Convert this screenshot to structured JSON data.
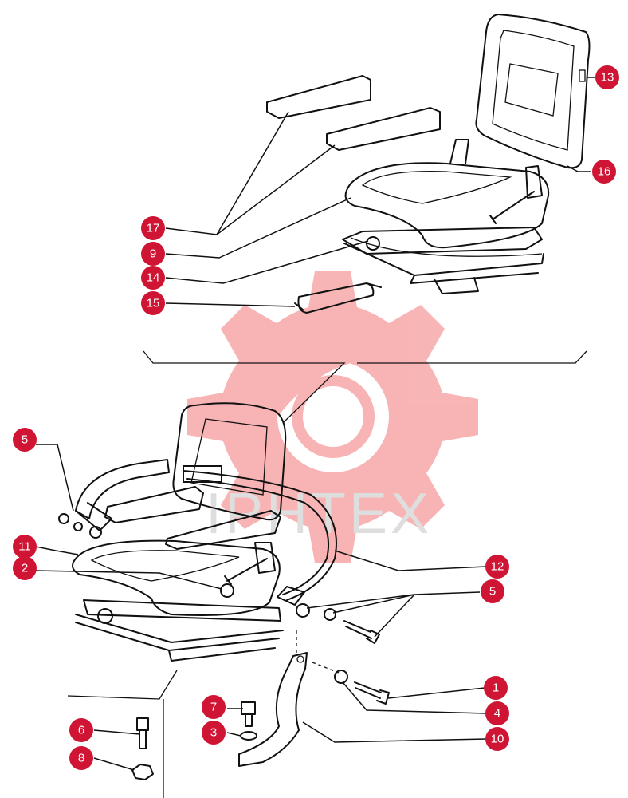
{
  "watermark": {
    "text": "IPHTEX",
    "color": "#f7a8a8"
  },
  "callout_color": "#d01434",
  "callouts": [
    {
      "id": "c13",
      "label": "13"
    },
    {
      "id": "c16",
      "label": "16"
    },
    {
      "id": "c17",
      "label": "17"
    },
    {
      "id": "c9",
      "label": "9"
    },
    {
      "id": "c14",
      "label": "14"
    },
    {
      "id": "c15",
      "label": "15"
    },
    {
      "id": "c5a",
      "label": "5"
    },
    {
      "id": "c11",
      "label": "11"
    },
    {
      "id": "c2",
      "label": "2"
    },
    {
      "id": "c12",
      "label": "12"
    },
    {
      "id": "c5b",
      "label": "5"
    },
    {
      "id": "c1",
      "label": "1"
    },
    {
      "id": "c4",
      "label": "4"
    },
    {
      "id": "c10",
      "label": "10"
    },
    {
      "id": "c7",
      "label": "7"
    },
    {
      "id": "c3",
      "label": "3"
    },
    {
      "id": "c6",
      "label": "6"
    },
    {
      "id": "c8",
      "label": "8"
    }
  ]
}
